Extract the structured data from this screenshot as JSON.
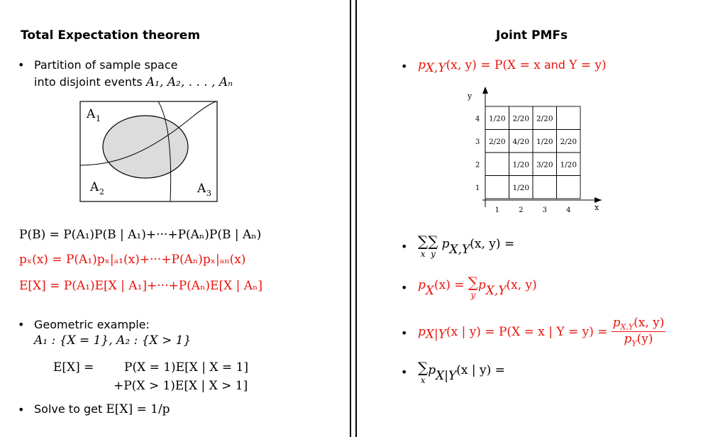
{
  "left": {
    "title": "Total Expectation theorem",
    "bullet1_line1": "Partition of sample space",
    "bullet1_line2_text": "into disjoint events",
    "bullet1_line2_math": "A₁, A₂, . . . , Aₙ",
    "venn": {
      "label_a1": "A",
      "label_a2": "A",
      "label_a3": "A",
      "sub1": "1",
      "sub2": "2",
      "sub3": "3"
    },
    "eq1": "P(B) = P(A₁)P(B | A₁)+···+P(Aₙ)P(B | Aₙ)",
    "eq2": "pₓ(x) = P(A₁)pₓ|ₐ₁(x)+···+P(Aₙ)pₓ|ₐₙ(x)",
    "eq3": "E[X] = P(A₁)E[X | A₁]+···+P(Aₙ)E[X | Aₙ]",
    "bullet2": "Geometric example:",
    "geo_line": "A₁ :  {X = 1},    A₂ :  {X > 1}",
    "ex_lhs": "E[X]   =",
    "ex_rhs1": "P(X = 1)E[X | X = 1]",
    "ex_rhs2": "+P(X > 1)E[X | X > 1]",
    "bullet3_text": "Solve to get",
    "bullet3_math": "E[X] = 1/p"
  },
  "right": {
    "title": "Joint PMFs",
    "def_lhs": "p",
    "def_sub": "X,Y",
    "def_args": "(x, y) = P(X = x",
    "def_and": "and",
    "def_rest": "Y = y)",
    "grid": {
      "y_axis": "y",
      "x_axis": "x",
      "x_ticks": [
        "1",
        "2",
        "3",
        "4"
      ],
      "y_ticks": [
        "4",
        "3",
        "2",
        "1"
      ],
      "rows": [
        [
          "1/20",
          "2/20",
          "2/20",
          ""
        ],
        [
          "2/20",
          "4/20",
          "1/20",
          "2/20"
        ],
        [
          "",
          "1/20",
          "3/20",
          "1/20"
        ],
        [
          "",
          "1/20",
          "",
          ""
        ]
      ]
    },
    "sum1_idx1": "x",
    "sum1_idx2": "y",
    "sum1_body": "p",
    "sum1_sub": "X,Y",
    "sum1_rest": "(x, y) =",
    "marg_lhs": "p",
    "marg_sub": "X",
    "marg_mid": "(x) =",
    "marg_idx": "y",
    "marg_body": "p",
    "marg_body_sub": "X,Y",
    "marg_rest": "(x, y)",
    "cond_lhs": "p",
    "cond_sub": "X|Y",
    "cond_mid": "(x | y) = P(X = x | Y = y) =",
    "cond_num": "p",
    "cond_num_sub": "X,Y",
    "cond_num_rest": "(x, y)",
    "cond_den": "p",
    "cond_den_sub": "Y",
    "cond_den_rest": "(y)",
    "sum2_idx": "x",
    "sum2_body": "p",
    "sum2_sub": "X|Y",
    "sum2_rest": "(x | y) ="
  }
}
